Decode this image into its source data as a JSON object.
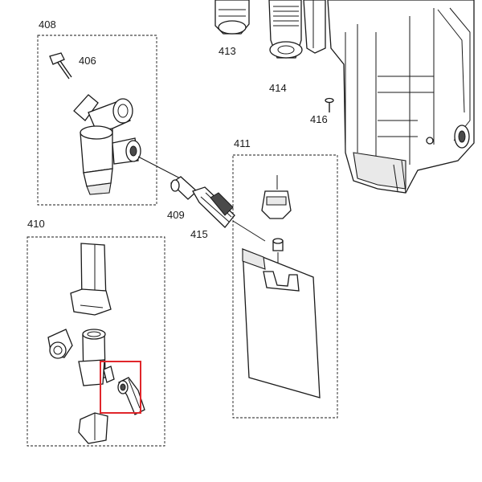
{
  "callouts": {
    "c408": "408",
    "c406": "406",
    "c409": "409",
    "c410": "410",
    "c411": "411",
    "c413": "413",
    "c414": "414",
    "c415": "415",
    "c416": "416"
  },
  "highlight": {
    "color": "#e0262b"
  },
  "icons": [
    "screw-icon",
    "valve-icon",
    "pump-icon",
    "filter-icon",
    "hose-connector-icon"
  ]
}
